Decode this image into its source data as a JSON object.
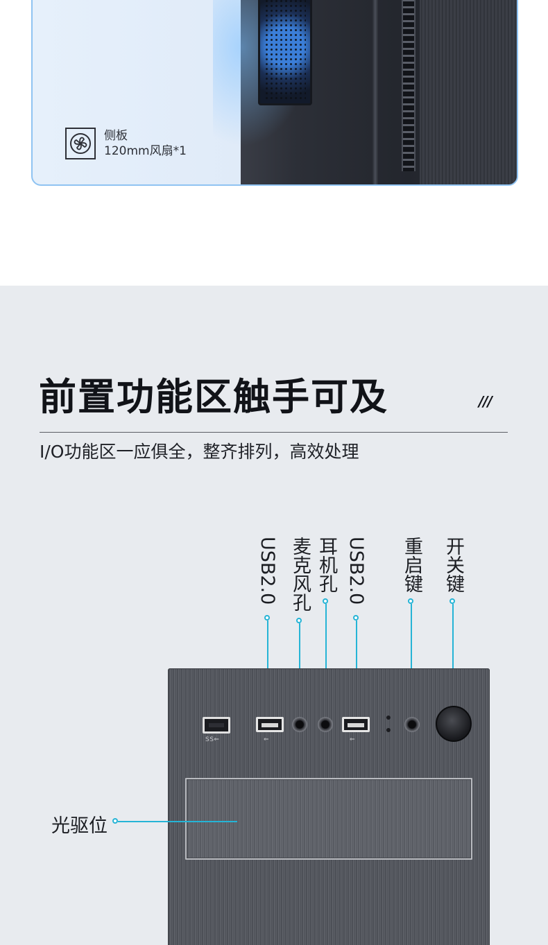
{
  "top": {
    "fan_badge": {
      "line1": "侧板",
      "line2": "120mm风扇*1",
      "icon": "fan-icon"
    }
  },
  "section": {
    "heading": "前置功能区触手可及",
    "decor": "///",
    "subtitle": "I/O功能区一应俱全，整齐排列，高效处理"
  },
  "callouts": [
    {
      "label": "USB2.0"
    },
    {
      "label": "麦克风孔"
    },
    {
      "label": "耳机孔"
    },
    {
      "label": "USB2.0"
    },
    {
      "label": "重启键"
    },
    {
      "label": "开关键"
    }
  ],
  "bay": {
    "label": "光驱位"
  },
  "colors": {
    "accent_line": "#25b4d6",
    "panel_border": "#8fc3f2",
    "section_bg": "#e8ebef"
  }
}
